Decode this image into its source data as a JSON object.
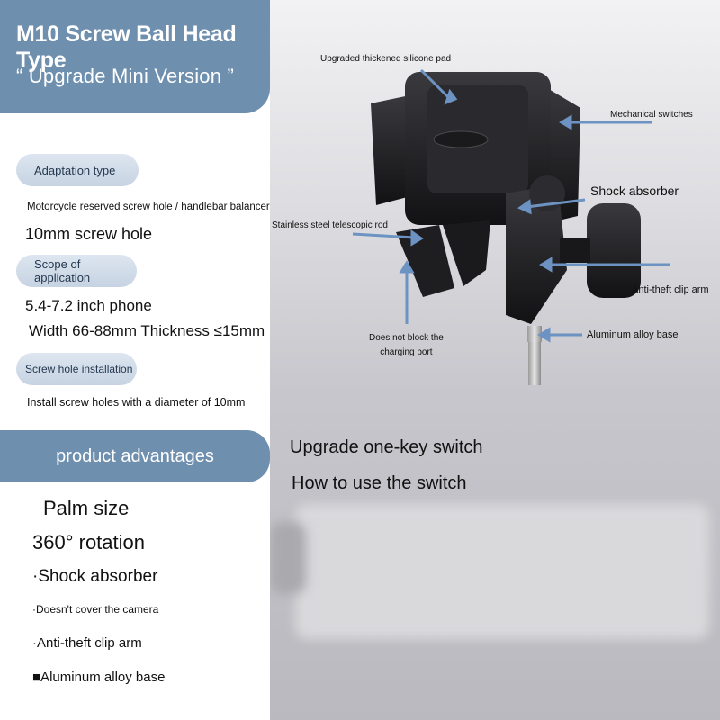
{
  "header": {
    "title": "M10 Screw Ball Head Type",
    "subtitle": "“ Upgrade Mini Version ”"
  },
  "adaptation": {
    "label": "Adaptation type",
    "line1": "Motorcycle reserved screw hole / handlebar balancer",
    "line2": "10mm screw hole"
  },
  "scope": {
    "label": "Scope of application",
    "line1": "5.4-7.2 inch phone",
    "line2": "Width 66-88mm Thickness ≤15mm"
  },
  "install": {
    "label": "Screw hole installation",
    "line1": "Install screw holes with a diameter of 10mm"
  },
  "advantages": {
    "title": "product advantages",
    "items": [
      "Palm size",
      "360° rotation",
      "·Shock absorber",
      "·Doesn't cover the camera",
      "·Anti-theft clip arm",
      "■Aluminum alloy base"
    ]
  },
  "callouts": {
    "pad": "Upgraded thickened silicone pad",
    "switches": "Mechanical switches",
    "shock": "Shock absorber",
    "rod": "Stainless steel telescopic rod",
    "clip": "Anti-theft clip arm",
    "port": "Does not block the\ncharging port",
    "base": "Aluminum alloy base"
  },
  "switch_section": {
    "line1": "Upgrade one-key switch",
    "line2": "How to use the switch"
  },
  "colors": {
    "accent": "#6f8fae",
    "pill": "#d2dde9",
    "arrow": "#6d93c2"
  }
}
